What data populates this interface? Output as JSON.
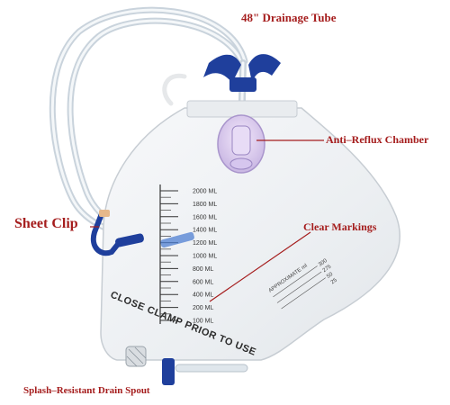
{
  "labels": {
    "drainage_tube": "48\" Drainage Tube",
    "anti_reflux": "Anti–Reflux Chamber",
    "sheet_clip": "Sheet Clip",
    "clear_markings": "Clear Markings",
    "drain_spout": "Splash–Resistant Drain Spout"
  },
  "bag": {
    "clamp_text": "CLOSE CLAMP PRIOR TO USE",
    "approx_text": "APPROXIMATE ml",
    "scale": [
      "2000 ML",
      "1800 ML",
      "1600 ML",
      "1400 ML",
      "1200 ML",
      "1000 ML",
      "800 ML",
      "600 ML",
      "400 ML",
      "200 ML",
      "100 ML"
    ],
    "side_scale": [
      "300",
      "275",
      "50",
      "25"
    ]
  },
  "colors": {
    "label": "#a51d1d",
    "clamp_blue": "#1f3f9c",
    "tube": "#dfe6ec",
    "bag_fill": "#f1f3f5"
  }
}
